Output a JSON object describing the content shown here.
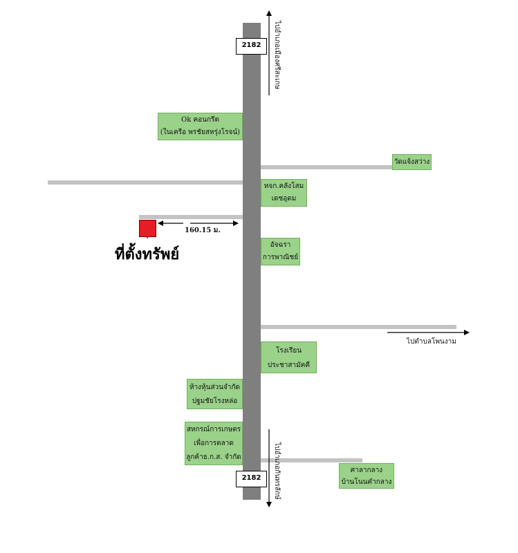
{
  "route": {
    "number": "2182"
  },
  "directions": {
    "north": "ไปอำเภอเมืองศรีสะเกษ",
    "south": "ไปอำเภอกันทรลักษ์",
    "east": "ไปตำบลโพนงาม"
  },
  "property": {
    "title": "ที่ตั้งทรัพย์",
    "distance": "160.15 ม."
  },
  "landmarks": {
    "ok_concrete": {
      "line1": "Ok คอนกรีต",
      "line2": "(ในเครือ พรชัยสหรุ่งโรจน์)"
    },
    "wat": {
      "line1": "วัดแจ้งสว่าง"
    },
    "hardware": {
      "line1": "หจก.คลังโสม",
      "line2": "เดชอุดม"
    },
    "ajchara": {
      "line1": "อัจฉรา",
      "line2": "การพาณิชย์"
    },
    "school": {
      "line1": "โรงเรียน",
      "line2": "ประชาสามัคคี"
    },
    "partnership": {
      "line1": "ห้างหุ้นส่วนจำกัด",
      "line2": "ปฐมชัยโรงหล่อ"
    },
    "coop": {
      "line1": "สหกรณ์การเกษตร",
      "line2": "เพื่อการตลาด",
      "line3": "ลูกค้าธ.ก.ส. จำกัด"
    },
    "pavilion": {
      "line1": "ศาลากลาง",
      "line2": "บ้านโนนคำกลาง"
    }
  },
  "colors": {
    "main_road": "#7f7f7f",
    "side_road": "#c3c3c3",
    "label_fill": "#9bd28a",
    "property_marker": "#e31e24"
  }
}
